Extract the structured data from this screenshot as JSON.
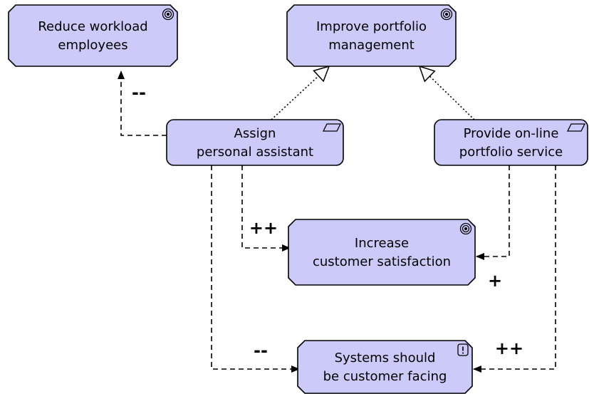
{
  "colors": {
    "node_fill": "#cccaf8",
    "node_stroke": "#000000",
    "line": "#000000",
    "background": "#ffffff"
  },
  "nodes": {
    "reduce_workload": {
      "kind": "goal",
      "icon": "goal-target-icon",
      "lines": [
        "Reduce workload",
        "employees"
      ]
    },
    "improve_portfolio": {
      "kind": "goal",
      "icon": "goal-target-icon",
      "lines": [
        "Improve portfolio",
        "management"
      ]
    },
    "assign_assistant": {
      "kind": "course-of-action",
      "icon": "parallelogram-icon",
      "lines": [
        "Assign",
        "personal assistant"
      ]
    },
    "online_service": {
      "kind": "course-of-action",
      "icon": "parallelogram-icon",
      "lines": [
        "Provide on-line",
        "portfolio service"
      ]
    },
    "customer_satisfaction": {
      "kind": "goal",
      "icon": "goal-target-icon",
      "lines": [
        "Increase",
        "customer satisfaction"
      ]
    },
    "customer_facing": {
      "kind": "principle",
      "icon": "exclamation-box-icon",
      "lines": [
        "Systems should",
        "be customer facing"
      ]
    }
  },
  "relations": {
    "assign_to_reduce": {
      "type": "influence",
      "label": "--"
    },
    "assign_to_satisfaction": {
      "type": "influence",
      "label": "++"
    },
    "online_to_satisfaction": {
      "type": "influence",
      "label": "+"
    },
    "assign_to_facing": {
      "type": "influence",
      "label": "--"
    },
    "online_to_facing": {
      "type": "influence",
      "label": "++"
    },
    "assign_to_improve": {
      "type": "realization",
      "label": ""
    },
    "online_to_improve": {
      "type": "realization",
      "label": ""
    }
  }
}
